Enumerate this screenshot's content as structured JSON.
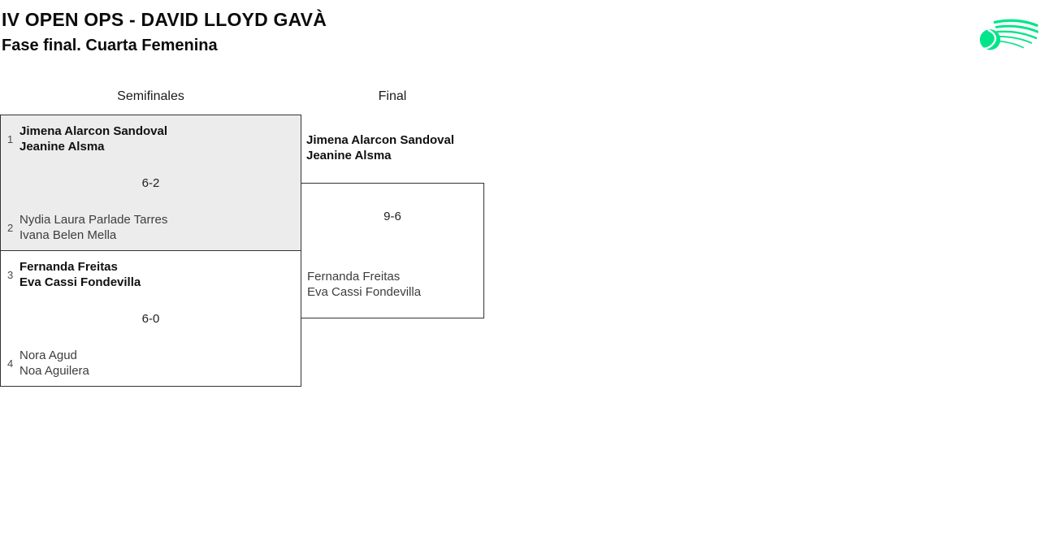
{
  "header": {
    "title": "IV OPEN OPS - DAVID LLOYD GAVÀ",
    "subtitle": "Fase final. Cuarta Femenina"
  },
  "logo": {
    "icon": "ball-swoosh-logo",
    "color": "#00e589"
  },
  "columns": {
    "semifinals_label": "Semifinales",
    "final_label": "Final"
  },
  "semifinals": [
    {
      "team1": {
        "seed": "1",
        "players": [
          "Jimena Alarcon Sandoval",
          "Jeanine Alsma"
        ],
        "winner": true
      },
      "score": "6-2",
      "team2": {
        "seed": "2",
        "players": [
          "Nydia Laura Parlade Tarres",
          "Ivana Belen Mella"
        ],
        "winner": false
      }
    },
    {
      "team1": {
        "seed": "3",
        "players": [
          "Fernanda Freitas",
          "Eva Cassi Fondevilla"
        ],
        "winner": true
      },
      "score": "6-0",
      "team2": {
        "seed": "4",
        "players": [
          "Nora Agud",
          "Noa Aguilera"
        ],
        "winner": false
      }
    }
  ],
  "final": {
    "winner": {
      "players": [
        "Jimena Alarcon Sandoval",
        "Jeanine Alsma"
      ]
    },
    "score": "9-6",
    "loser": {
      "players": [
        "Fernanda Freitas",
        "Eva Cassi Fondevilla"
      ]
    }
  },
  "colors": {
    "accent_green": "#00e589",
    "match_alt_bg": "#ececec",
    "border": "#333333",
    "winner_text": "#101010",
    "loser_text": "#3d3d3d",
    "seed_text": "#4a4a4a"
  }
}
